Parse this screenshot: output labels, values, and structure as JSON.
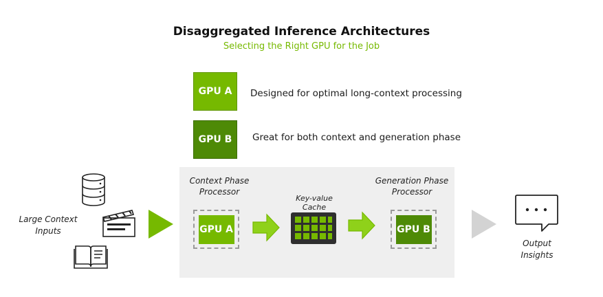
{
  "header": {
    "title": "Disaggregated Inference Architectures",
    "subtitle": "Selecting the Right GPU for the Job"
  },
  "legend": [
    {
      "chip": "GPU A",
      "description": "Designed for optimal long-context processing",
      "color": "#76b900"
    },
    {
      "chip": "GPU B",
      "description": "Great for both context and generation phase",
      "color": "#4e8a06"
    }
  ],
  "inputs": {
    "label_line1": "Large Context",
    "label_line2": "Inputs",
    "icons": [
      "database-icon",
      "clapperboard-icon",
      "book-icon"
    ]
  },
  "context_stage": {
    "label_line1": "Context Phase",
    "label_line2": "Processor",
    "chip": "GPU A"
  },
  "cache": {
    "label_line1": "Key-value",
    "label_line2": "Cache"
  },
  "generation_stage": {
    "label_line1": "Generation Phase",
    "label_line2": "Processor",
    "chip": "GPU B"
  },
  "output": {
    "label_line1": "Output",
    "label_line2": "Insights",
    "icon": "speech-bubble-icon"
  },
  "colors": {
    "accent": "#76b900",
    "accent_dark": "#4e8a06",
    "panel": "#efefef",
    "arrow_gray": "#d3d3d3"
  }
}
